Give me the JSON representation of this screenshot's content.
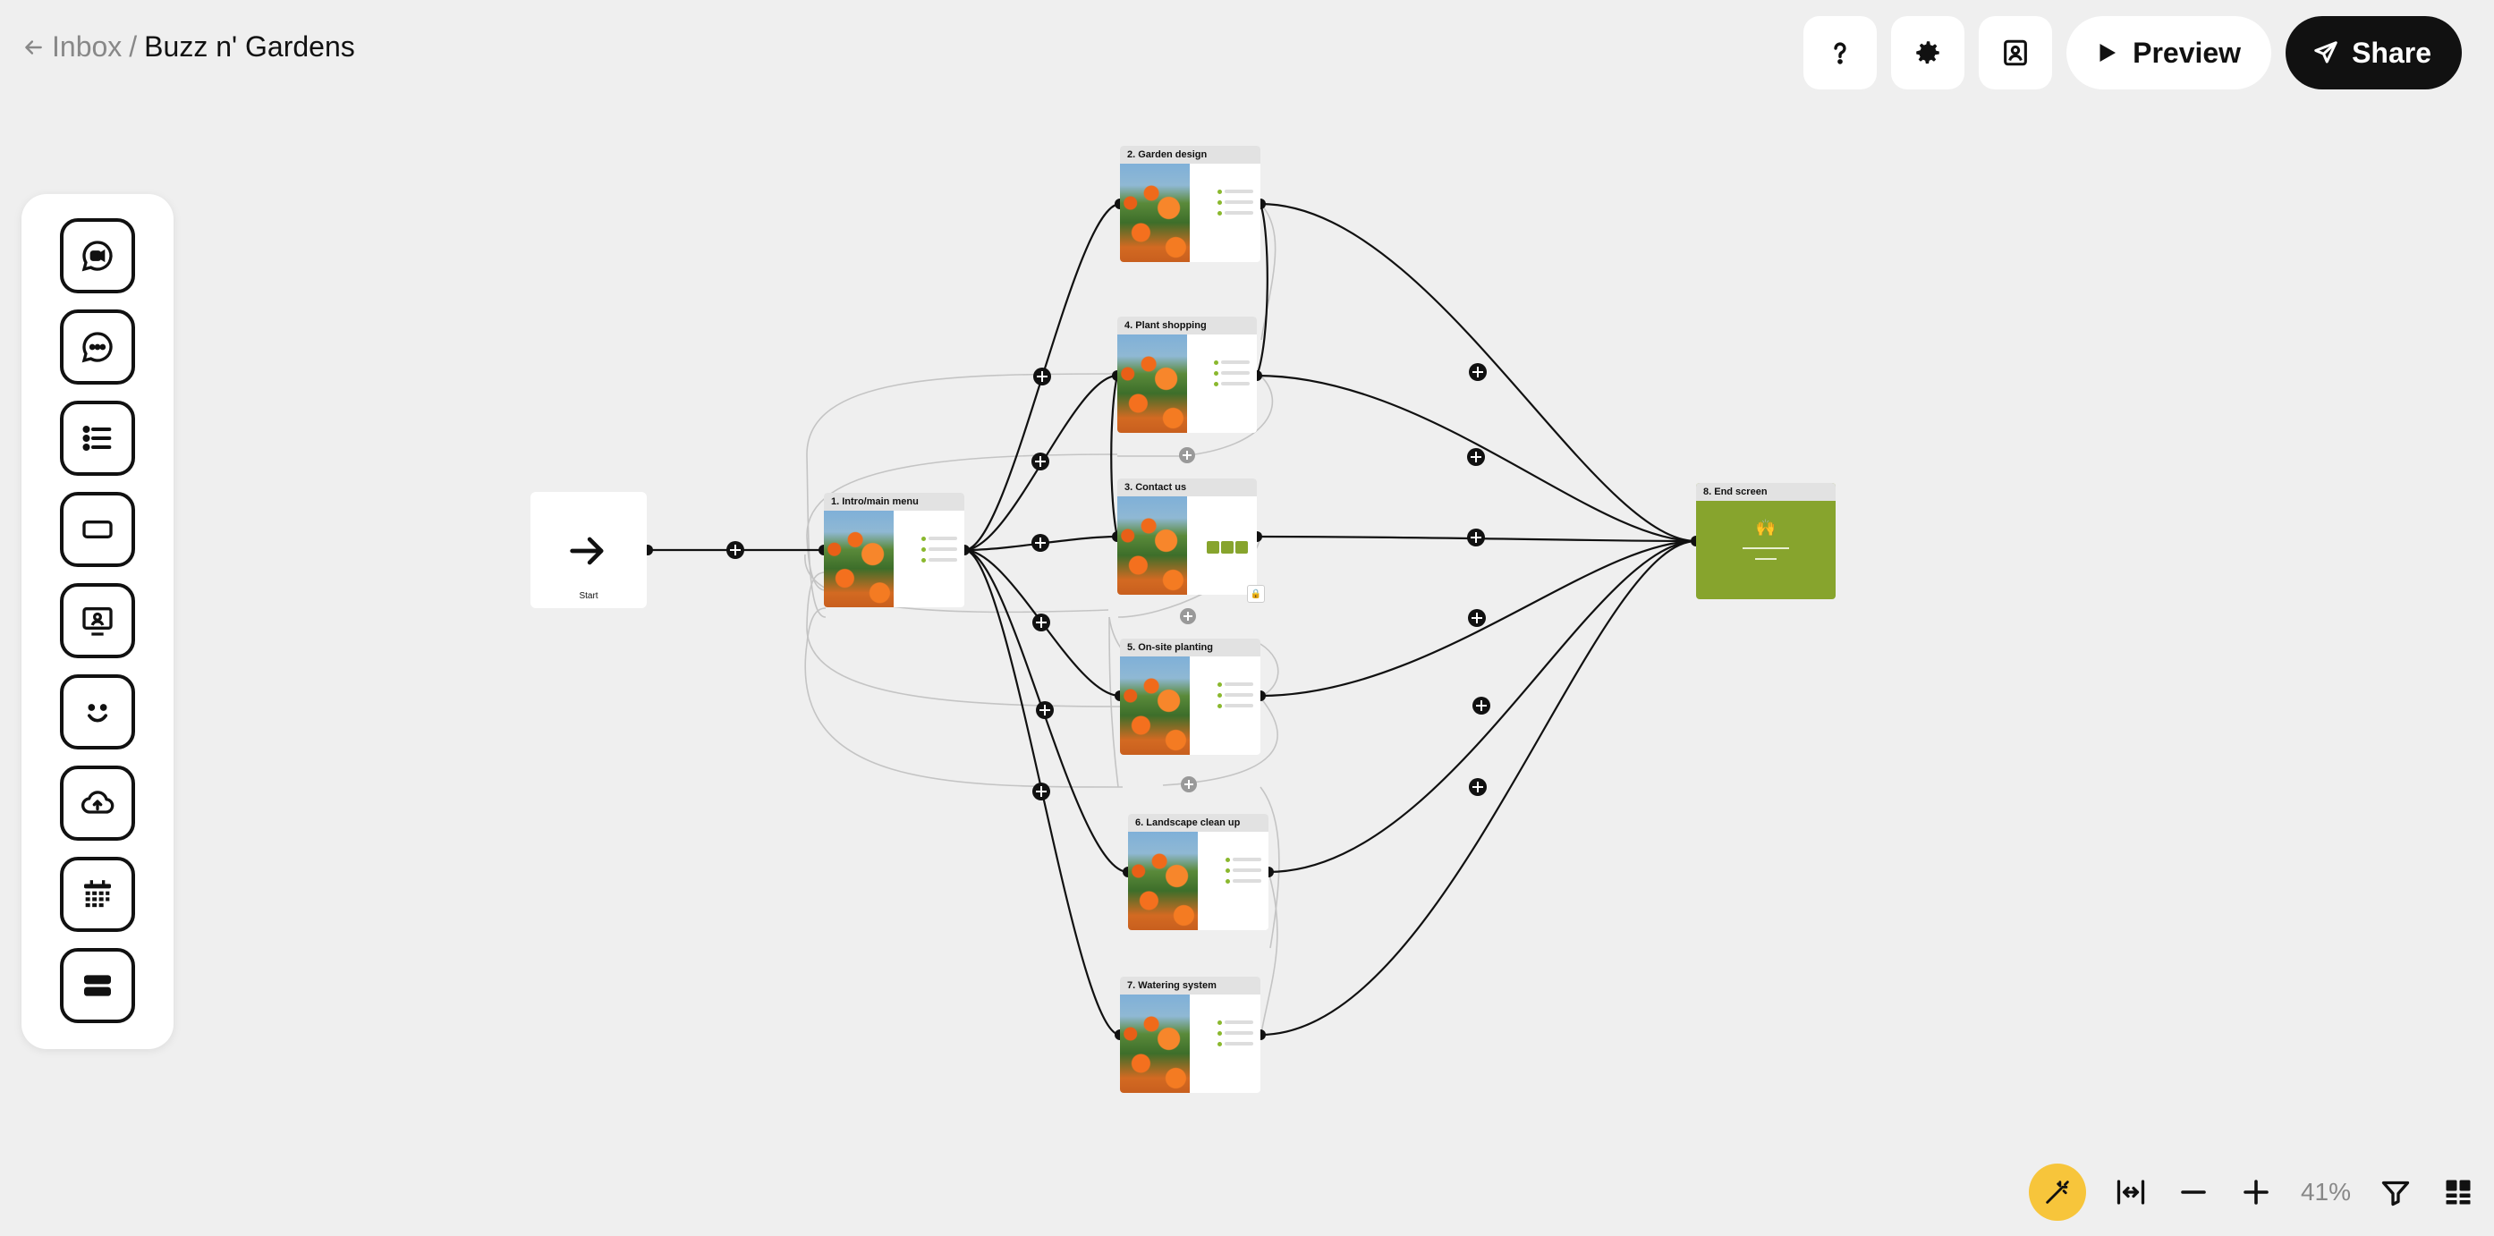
{
  "header": {
    "back_label": "Inbox",
    "separator": "/",
    "title": "Buzz n' Gardens"
  },
  "toolbar": {
    "help_icon": "question-icon",
    "settings_icon": "gear-icon",
    "contacts_icon": "contact-card-icon",
    "preview_label": "Preview",
    "share_label": "Share"
  },
  "sidebar_tools": [
    "video-chat-icon",
    "chat-bubble-icon",
    "list-icon",
    "button-rect-icon",
    "screen-recording-icon",
    "smiley-icon",
    "upload-cloud-icon",
    "calendar-icon",
    "payment-card-icon"
  ],
  "flow": {
    "start_label": "Start",
    "nodes": {
      "intro": "1. Intro/main menu",
      "garden_design": "2. Garden design",
      "contact": "3. Contact us",
      "plant_shopping": "4. Plant shopping",
      "onsite": "5. On-site planting",
      "cleanup": "6. Landscape clean up",
      "watering": "7. Watering system",
      "end": "8. End screen"
    },
    "end_emoji": "🙌"
  },
  "bottom_bar": {
    "zoom": "41%",
    "colors": {
      "magic": "#f7c53b",
      "accent_green": "#87a42d"
    }
  }
}
